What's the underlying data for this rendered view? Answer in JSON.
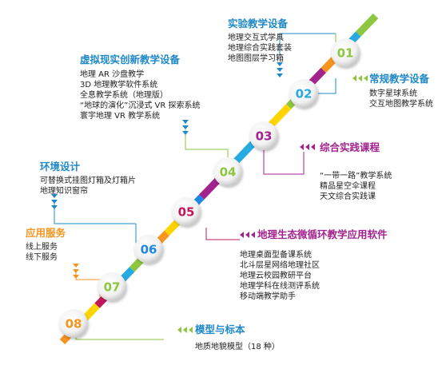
{
  "nodes": [
    {
      "num": "01",
      "color": "#8dc63f"
    },
    {
      "num": "02",
      "color": "#27aae1"
    },
    {
      "num": "03",
      "color": "#a3238e"
    },
    {
      "num": "04",
      "color": "#8dc63f"
    },
    {
      "num": "05",
      "color": "#c2185b"
    },
    {
      "num": "06",
      "color": "#1e88e5"
    },
    {
      "num": "07",
      "color": "#8dc63f"
    },
    {
      "num": "08",
      "color": "#f7941d"
    }
  ],
  "sections": [
    {
      "title": "实验教学设备",
      "color": "#1e88c8",
      "items": [
        "地理交互式学具",
        "地理综合实践套装",
        "地图图层学习箱"
      ]
    },
    {
      "title": "常规教学设备",
      "color": "#1e88c8",
      "items": [
        "数字星球系统",
        "交互地图教学系统"
      ]
    },
    {
      "title": "虚拟现实创新教学设备",
      "color": "#1e88c8",
      "items": [
        "地理 AR 沙盘教学",
        "3D 地理教学软件系统",
        "全息教学系统（地理版）",
        "“地球的演化”沉浸式 VR 探索系统",
        "寰宇地理 VR 教学系统"
      ]
    },
    {
      "title": "综合实践课程",
      "color": "#a3238e",
      "items": [
        "“一带一路”教学系统",
        "精品星空伞课程",
        "天文综合实践课"
      ]
    },
    {
      "title": "环境设计",
      "color": "#1e88c8",
      "items": [
        "可替换式挂图灯箱及灯箱片",
        "地理知识窗帘"
      ]
    },
    {
      "title": "地理生态微循环教学应用软件",
      "color": "#a3238e",
      "items": [
        "地理桌面型备课系统",
        "北斗层星网络地理社区",
        "地理云校园教研平台",
        "地理学科在线测评系统",
        "移动端教学助手"
      ]
    },
    {
      "title": "应用服务",
      "color": "#f7941d",
      "items": [
        "线上服务",
        "线下服务"
      ]
    },
    {
      "title": "模型与标本",
      "color": "#1e88c8",
      "items": [
        "地质地貌模型（18 种）"
      ]
    }
  ]
}
